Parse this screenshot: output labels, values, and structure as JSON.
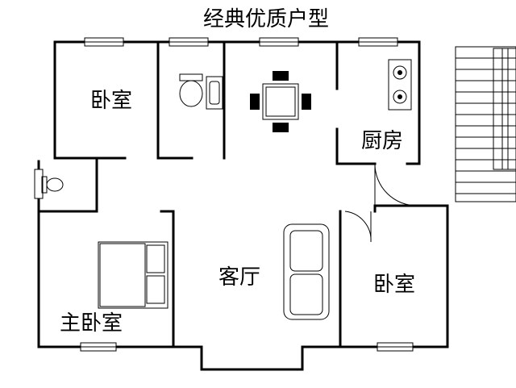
{
  "title": "经典优质户型",
  "rooms": {
    "bedroom_top_left": "卧室",
    "kitchen": "厨房",
    "living_room": "客厅",
    "bedroom_right": "卧室",
    "master_bedroom": "主卧室"
  },
  "fixtures": [
    "toilet-icon",
    "sink-icon",
    "dining-table-icon",
    "stove-icon",
    "sofa-icon",
    "bed-icon",
    "stairs-icon"
  ],
  "colors": {
    "wall": "#000000",
    "background": "#ffffff"
  }
}
